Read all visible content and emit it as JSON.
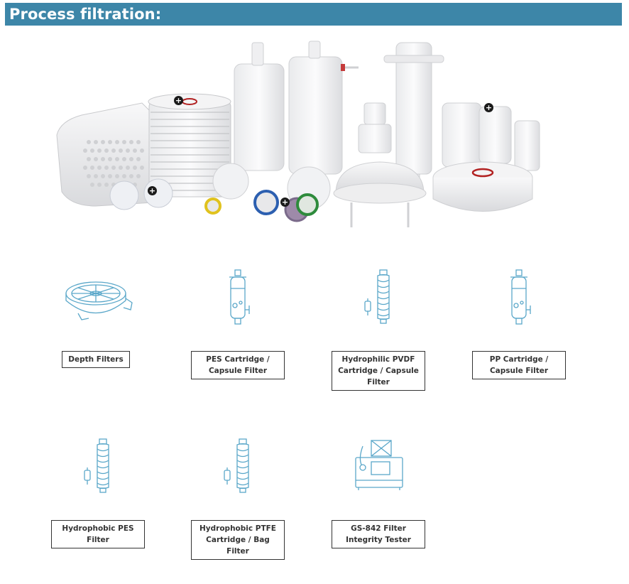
{
  "header": {
    "title": "Process filtration:"
  },
  "hero": {
    "plus_badge": "+"
  },
  "products": [
    {
      "id": "depth-filters",
      "label": "Depth Filters",
      "icon": "depth-filter-icon"
    },
    {
      "id": "pes-cartridge",
      "label": "PES Cartridge / Capsule Filter",
      "icon": "cartridge-capsule-icon"
    },
    {
      "id": "hydrophilic-pvdf",
      "label": "Hydrophilic PVDF Cartridge / Capsule Filter",
      "icon": "pleated-cartridge-icon"
    },
    {
      "id": "pp-cartridge",
      "label": "PP Cartridge / Capsule Filter",
      "icon": "cartridge-capsule-icon"
    },
    {
      "id": "hydrophobic-pes",
      "label": "Hydrophobic PES Filter",
      "icon": "pleated-cartridge-icon"
    },
    {
      "id": "hydrophobic-ptfe",
      "label": "Hydrophobic PTFE Cartridge / Bag Filter",
      "icon": "pleated-cartridge-icon"
    },
    {
      "id": "gs842-tester",
      "label": "GS-842 Filter Integrity Tester",
      "icon": "integrity-tester-icon"
    }
  ],
  "colors": {
    "header_bg": "#3d86a8",
    "icon_line": "#5aa7c9"
  }
}
